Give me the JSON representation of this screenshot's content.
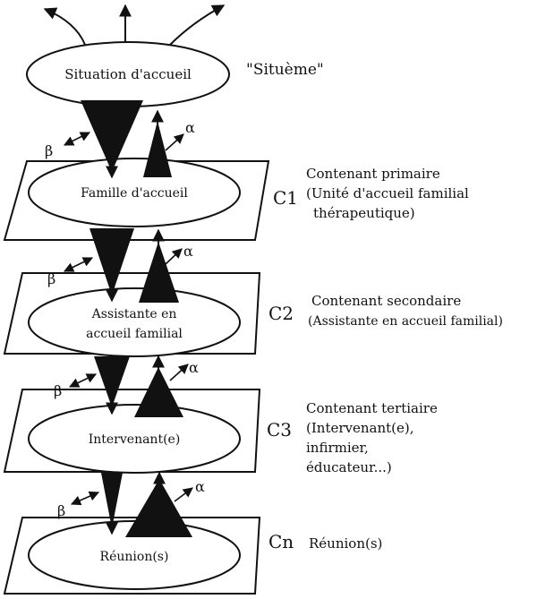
{
  "top": {
    "ellipse_label": "Situation d'accueil",
    "side_label": "\"Situème\""
  },
  "levels": [
    {
      "ellipse_lines": [
        "Famille d'accueil"
      ],
      "code": "C1",
      "desc": [
        "Contenant primaire",
        "(Unité d'accueil familial",
        "thérapeutique)"
      ]
    },
    {
      "ellipse_lines": [
        "Assistante en",
        "accueil familial"
      ],
      "code": "C2",
      "desc": [
        "Contenant secondaire",
        "(Assistante en accueil familial)"
      ]
    },
    {
      "ellipse_lines": [
        "Intervenant(e)"
      ],
      "code": "C3",
      "desc": [
        "Contenant tertiaire",
        "(Intervenant(e),",
        "infirmier,",
        "éducateur...)"
      ]
    },
    {
      "ellipse_lines": [
        "Réunion(s)"
      ],
      "code": "Cn",
      "desc": [
        "Réunion(s)"
      ]
    }
  ],
  "greek": {
    "beta": "β",
    "alpha": "α"
  }
}
